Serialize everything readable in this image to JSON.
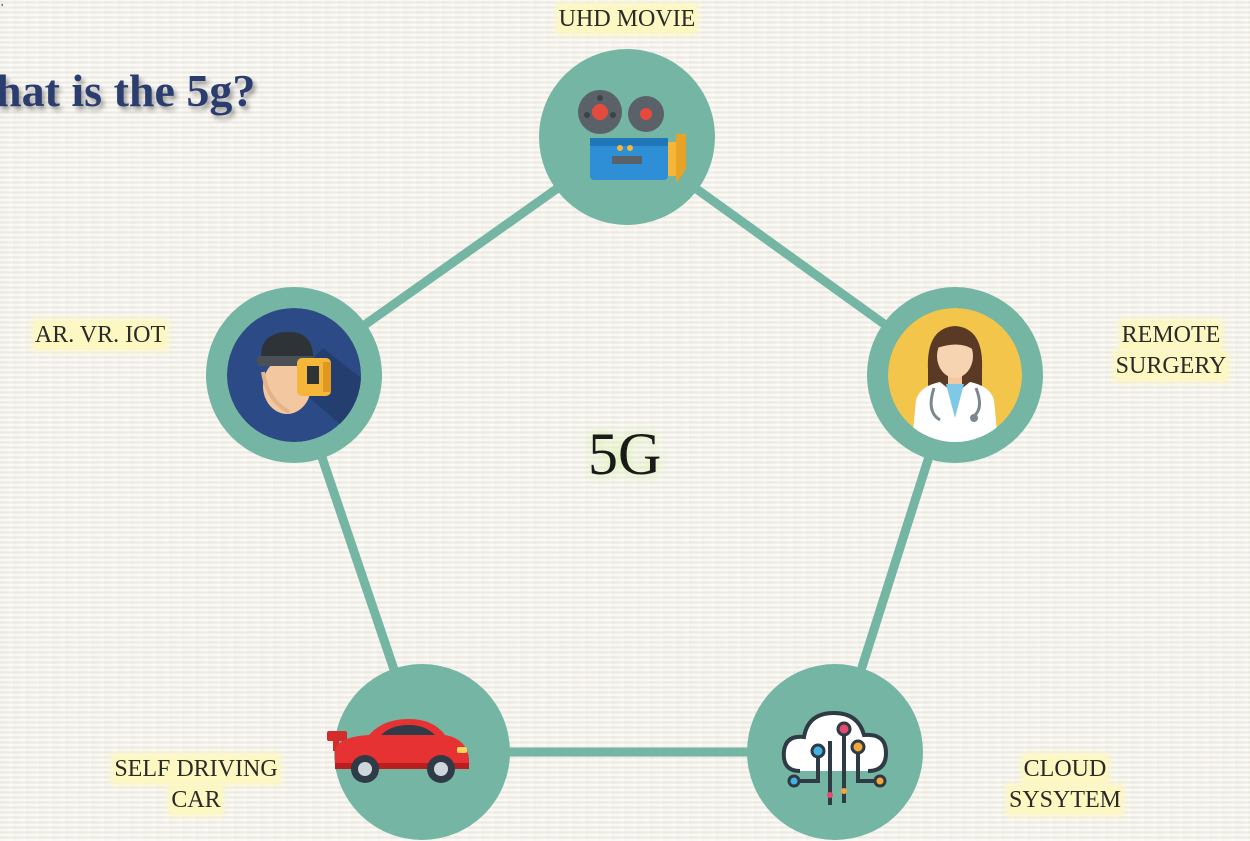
{
  "slide": {
    "title": "hat is the 5g?",
    "center_label": "5G"
  },
  "nodes": {
    "uhd_movie": {
      "label": "UHD MOVIE",
      "icon": "movie-camera-icon"
    },
    "remote_surgery": {
      "label_line1": "REMOTE",
      "label_line2": "SURGERY",
      "icon": "doctor-icon"
    },
    "cloud_system": {
      "label_line1": "CLOUD",
      "label_line2": "SYSYTEM",
      "icon": "cloud-network-icon"
    },
    "self_driving_car": {
      "label_line1": "SELF DRIVING",
      "label_line2": "CAR",
      "icon": "sports-car-icon"
    },
    "ar_vr_iot": {
      "label": "AR. VR. IOT",
      "icon": "vr-headset-icon"
    }
  },
  "colors": {
    "node_fill": "#74b5a4",
    "connector": "#74b5a4",
    "title": "#2a3d6e",
    "label_highlight": "#fdf7c2"
  }
}
